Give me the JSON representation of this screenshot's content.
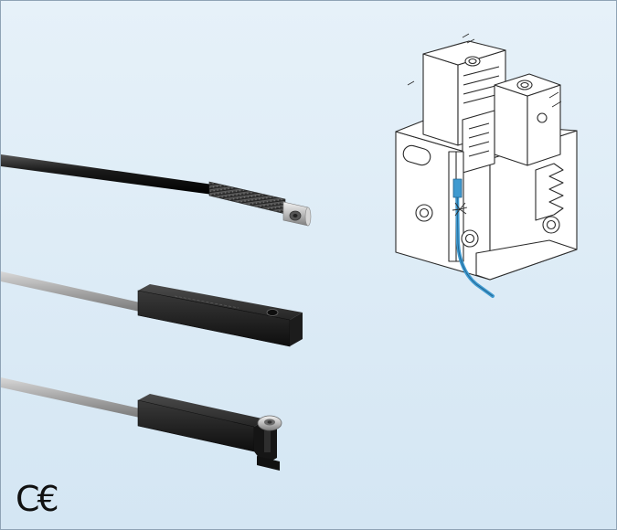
{
  "background_color": "#dcecf7",
  "border_color": "#8fa3b5",
  "products": [
    {
      "name": "cylindrical-sensor",
      "cable_color": "#1c1c1c",
      "body_color": "#3a3a3a",
      "tip_color": "#c9c9c9"
    },
    {
      "name": "rectangular-sensor",
      "cable_color": "#a9a9a9",
      "body_color": "#1e1e1e"
    },
    {
      "name": "slot-clip-sensor",
      "cable_color": "#a9a9a9",
      "body_color": "#1e1e1e",
      "screw_color": "#d8d8d8"
    }
  ],
  "diagram": {
    "name": "gripper-mounting-illustration",
    "sensor_cable_color": "#3f9ad0"
  },
  "certification": {
    "mark": "C€",
    "name": "ce-mark"
  }
}
